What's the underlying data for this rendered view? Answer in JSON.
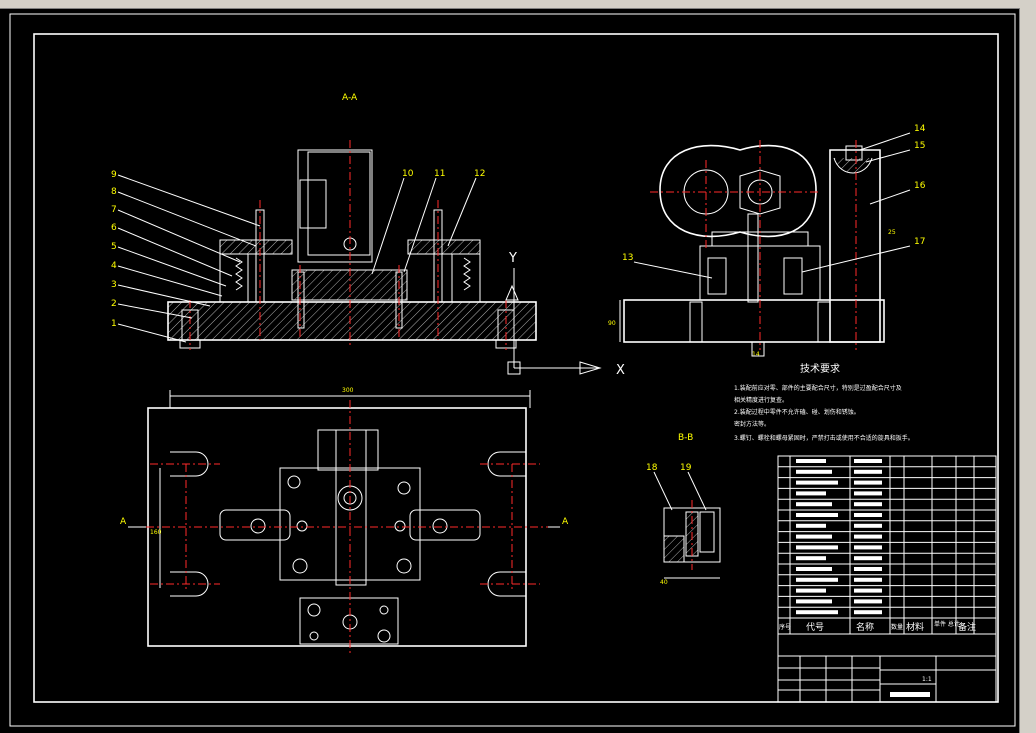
{
  "views": {
    "section_aa": "A-A",
    "section_bb": "B-B",
    "axis_y": "Y",
    "axis_x": "X",
    "cut_left": "A",
    "cut_right": "A"
  },
  "leaders_left": [
    "9",
    "8",
    "7",
    "6",
    "5",
    "4",
    "3",
    "2",
    "1"
  ],
  "leaders_top": [
    "10",
    "11",
    "12"
  ],
  "leaders_right": [
    "14",
    "15",
    "16",
    "17",
    "13"
  ],
  "leaders_bb": [
    "18",
    "19"
  ],
  "dims": {
    "width_top": "300",
    "height_left": "160",
    "right_25": "25",
    "right_90": "90",
    "right_14": "14",
    "bb_dim": "40"
  },
  "tech": {
    "title": "技术要求",
    "line1": "1.装配前应对零、部件的主要配合尺寸，特别是过盈配合尺寸及",
    "line1b": "相关精度进行复查。",
    "line2": "2.装配过程中零件不允许磕、碰、划伤和锈蚀。",
    "line2b": "密封方法等。",
    "line3": "3.螺钉、螺栓和螺母紧固时，严禁打击或使用不合适的旋具和扳手。"
  },
  "title_block": {
    "hdr_no": "序号",
    "hdr_code": "代号",
    "hdr_name": "名称",
    "hdr_qty": "数量",
    "hdr_material": "材料",
    "hdr_weight": "单件 总计",
    "hdr_note": "备注",
    "scale": "1:1"
  }
}
